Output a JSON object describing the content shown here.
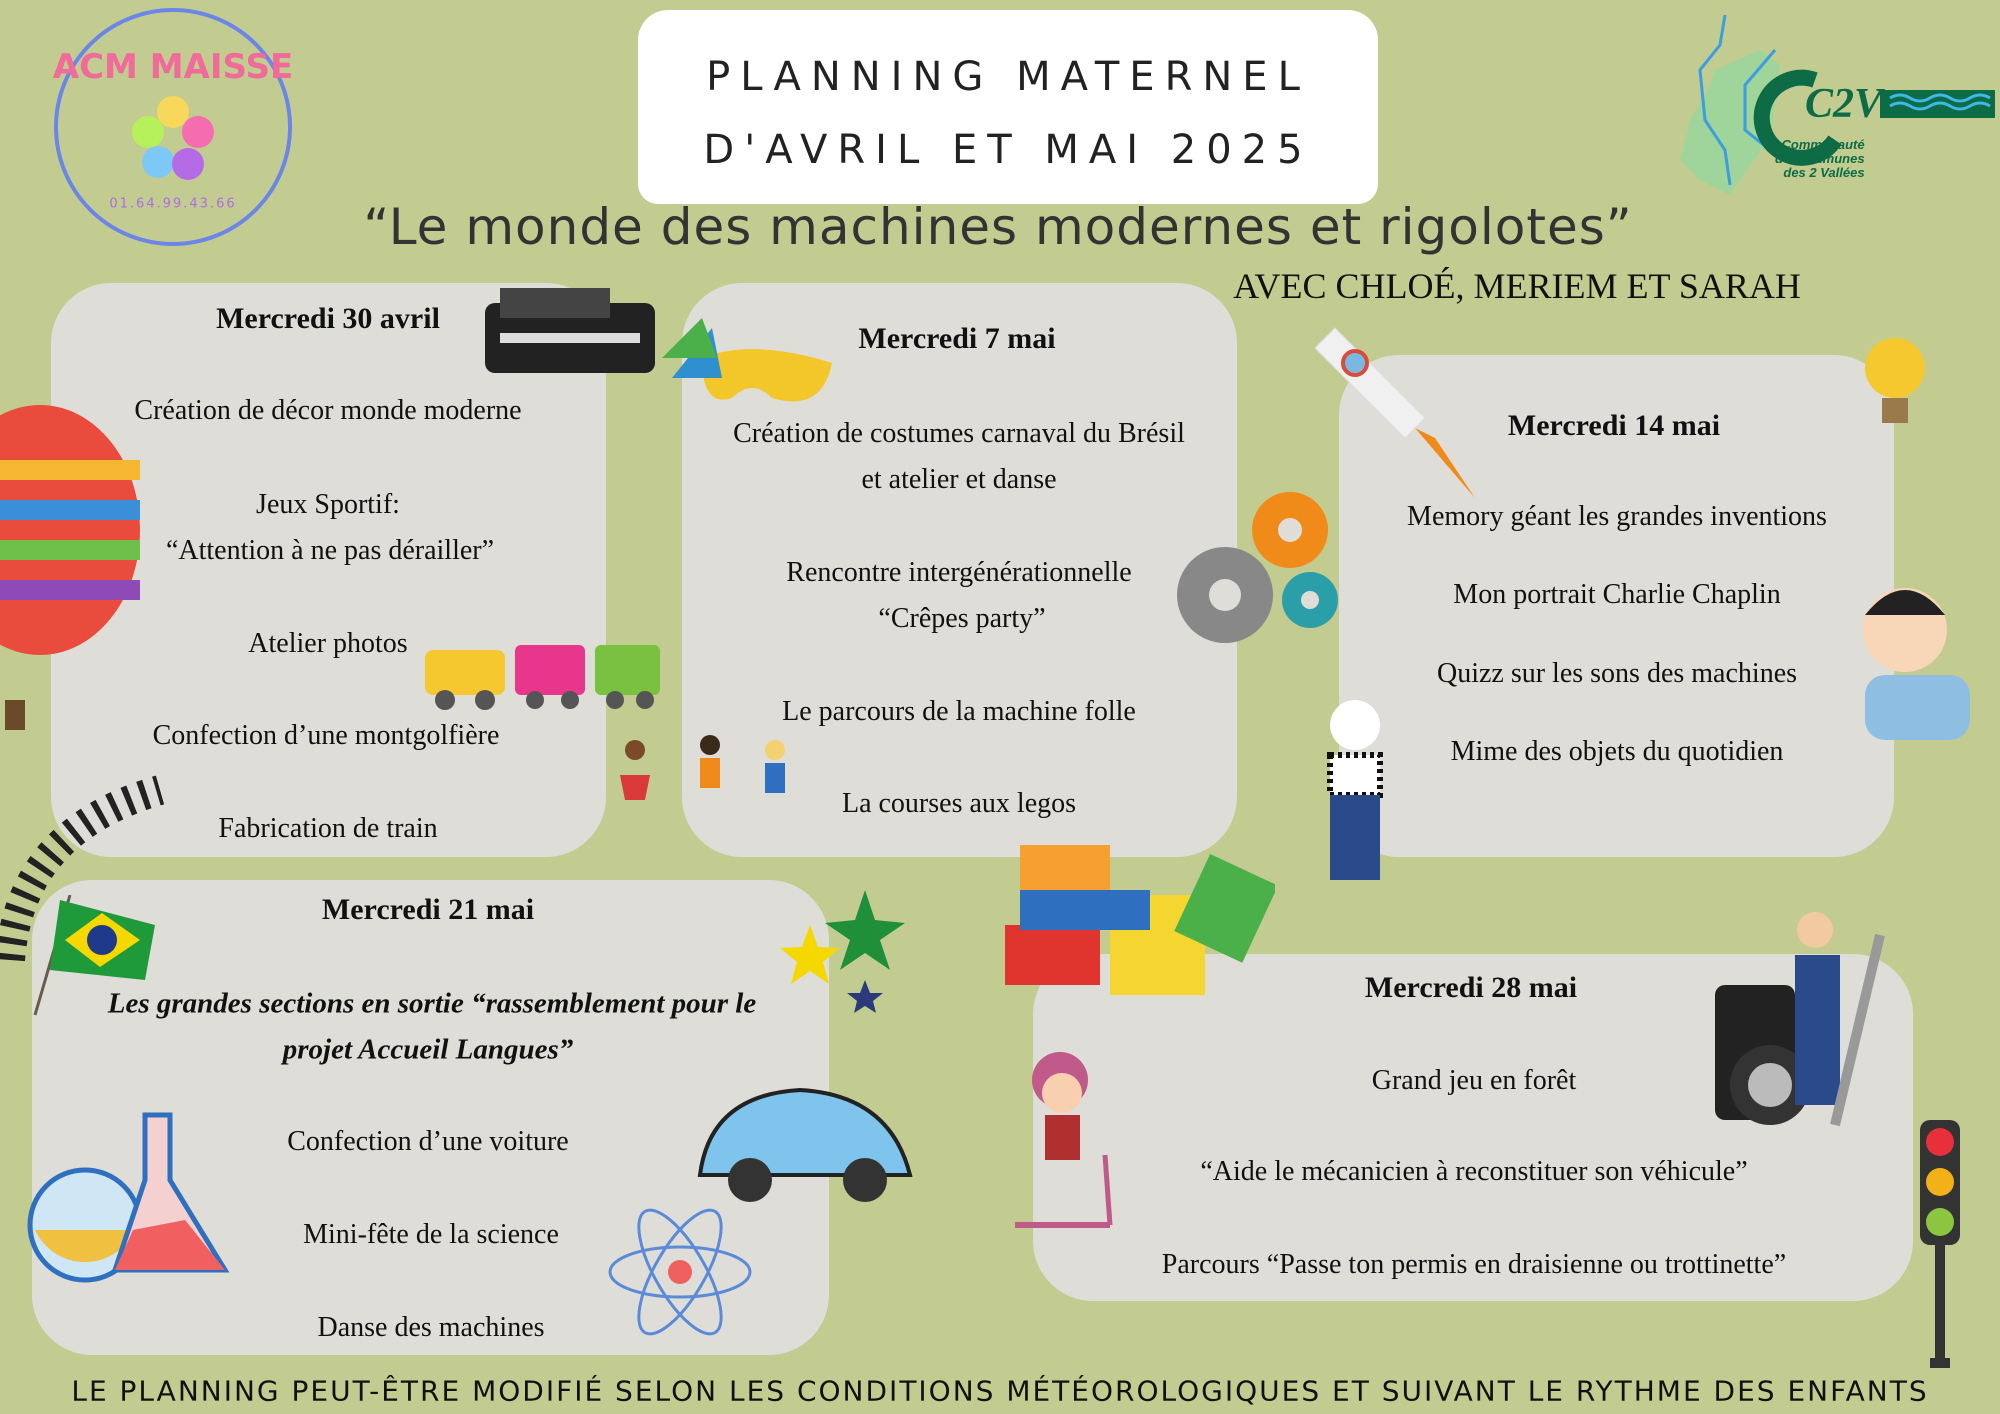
{
  "logo_left": {
    "name": "ACM MAISSE",
    "phone": "01.64.99.43.66"
  },
  "logo_right": {
    "name": "C2V",
    "lines": [
      "Communauté",
      "de Communes",
      "des 2 Vallées"
    ]
  },
  "title": {
    "line1": "PLANNING MATERNEL",
    "line2": "D'AVRIL ET MAI 2025"
  },
  "subtitle": "“Le monde des machines modernes et rigolotes”",
  "animators": "AVEC CHLOÉ, MERIEM ET SARAH",
  "days": [
    {
      "title": "Mercredi 30 avril",
      "items": [
        "Création de décor monde moderne",
        "Jeux Sportif:",
        "“Attention à ne pas dérailler”",
        "Atelier photos",
        "Confection d’une montgolfière",
        "Fabrication de train"
      ]
    },
    {
      "title": "Mercredi 7 mai",
      "items": [
        "Création de costumes carnaval du Brésil",
        "et atelier et danse",
        "Rencontre intergénérationnelle",
        "“Crêpes party”",
        "Le parcours de la machine folle",
        "La courses aux legos"
      ]
    },
    {
      "title": "Mercredi 14 mai",
      "items": [
        "Memory géant les grandes inventions",
        "Mon portrait Charlie Chaplin",
        "Quizz sur les sons des machines",
        "Mime des objets du quotidien"
      ]
    },
    {
      "title": "Mercredi 21 mai",
      "highlight": [
        "Les grandes sections en sortie “rassemblement  pour le",
        "projet Accueil Langues”"
      ],
      "items": [
        "Confection d’une voiture",
        "Mini-fête de la science",
        "Danse des machines"
      ]
    },
    {
      "title": "Mercredi 28 mai",
      "items": [
        "Grand jeu en forêt",
        "“Aide le mécanicien à reconstituer son véhicule”",
        "Parcours “Passe ton permis en draisienne ou trottinette”"
      ]
    }
  ],
  "footer": "LE PLANNING PEUT-ÊTRE MODIFIÉ SELON LES CONDITIONS MÉTÉOROLOGIQUES ET SUIVANT LE RYTHME DES ENFANTS",
  "colors": {
    "background": "#c2cc90",
    "card": "#dfddd8",
    "logo_ring": "#6b85e8",
    "c2v_green": "#0d6b45"
  }
}
